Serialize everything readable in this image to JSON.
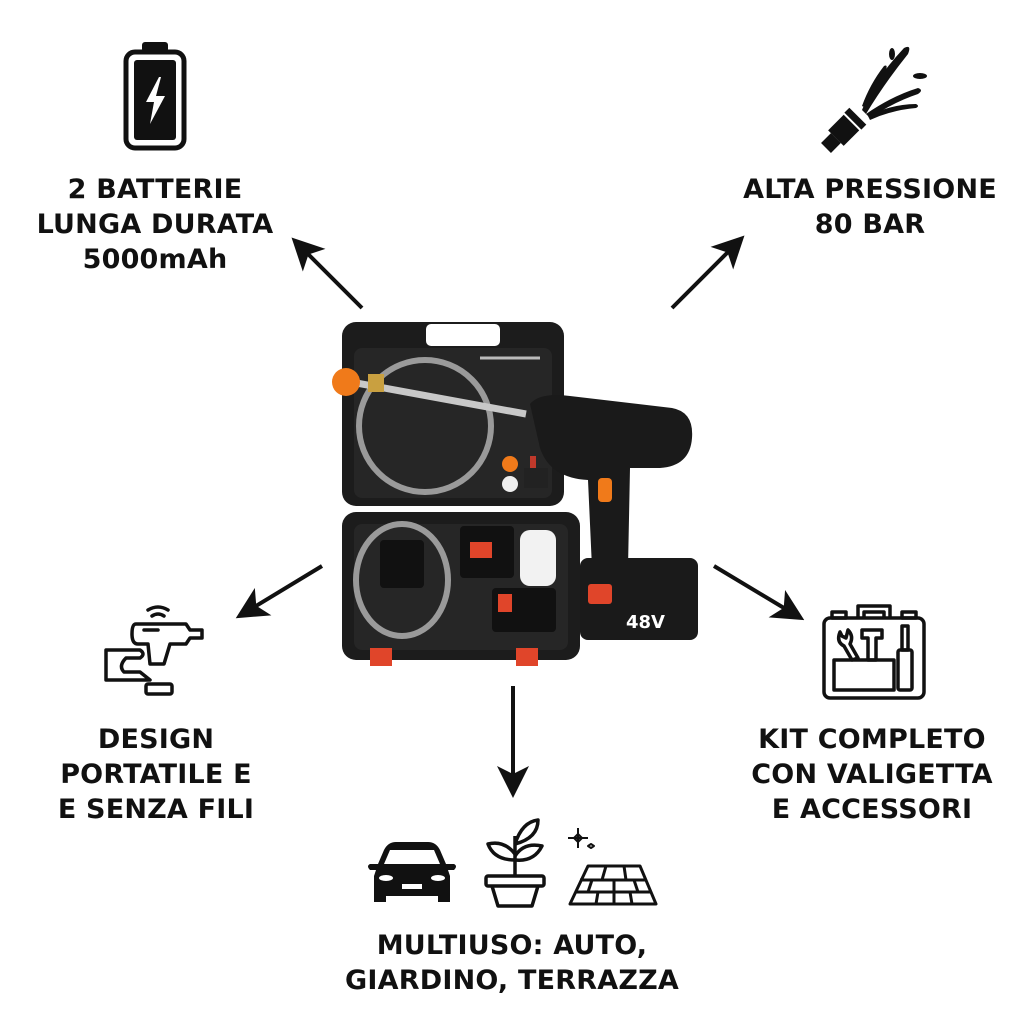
{
  "features": {
    "batteries": {
      "icon": "battery-charging-icon",
      "lines": [
        "2 BATTERIE",
        "LUNGA DURATA",
        "5000mAh"
      ]
    },
    "pressure": {
      "icon": "water-spray-nozzle-icon",
      "lines": [
        "ALTA PRESSIONE",
        "80 BAR"
      ]
    },
    "portable": {
      "icon": "hand-holding-cordless-drill-icon",
      "lines": [
        "DESIGN",
        "PORTATILE E",
        "E SENZA FILI"
      ]
    },
    "kit": {
      "icon": "toolbox-icon",
      "lines": [
        "KIT COMPLETO",
        "CON VALIGETTA",
        "E ACCESSORI"
      ]
    },
    "multiuse": {
      "icons": [
        "car-icon",
        "potted-plant-icon",
        "tiled-terrace-icon"
      ],
      "lines": [
        "MULTIUSO: AUTO,",
        "GIARDINO, TERRAZZA"
      ]
    }
  },
  "product": {
    "battery_label": "48V",
    "case_battery_label": "48V"
  },
  "colors": {
    "text": "#111111",
    "background": "#ffffff",
    "case": "#1c1c1c",
    "accent_orange": "#f07a1a",
    "accent_red": "#e0452a"
  }
}
